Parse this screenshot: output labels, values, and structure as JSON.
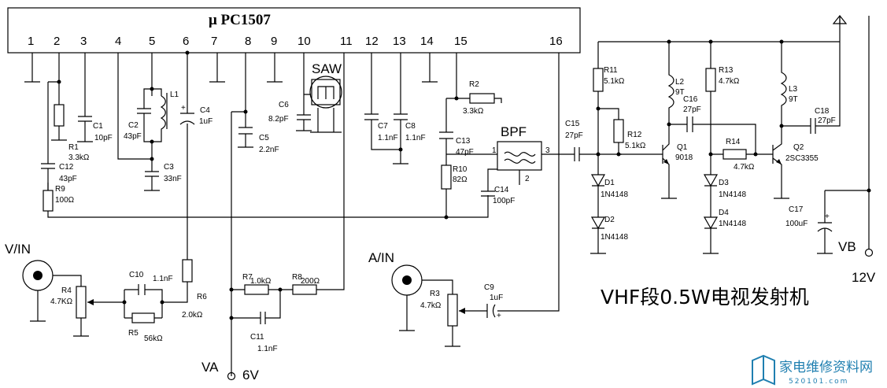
{
  "ic": {
    "title": "μ PC1507",
    "pins": [
      "1",
      "2",
      "3",
      "4",
      "5",
      "6",
      "7",
      "8",
      "9",
      "10",
      "11",
      "12",
      "13",
      "14",
      "15",
      "16"
    ]
  },
  "parts": {
    "R1": {
      "ref": "R1",
      "val": "3.3kΩ"
    },
    "C1": {
      "ref": "C1",
      "val": "10pF"
    },
    "L1": {
      "ref": "L1"
    },
    "C2": {
      "ref": "C2",
      "val": "43pF"
    },
    "C3": {
      "ref": "C3",
      "val": "33nF"
    },
    "C4": {
      "ref": "C4",
      "val": "1uF"
    },
    "C5": {
      "ref": "C5",
      "val": "2.2nF"
    },
    "SAW": {
      "ref": "SAW"
    },
    "C6": {
      "ref": "C6",
      "val": "8.2pF"
    },
    "C7": {
      "ref": "C7",
      "val": "1.1nF"
    },
    "C8": {
      "ref": "C8",
      "val": "1.1nF"
    },
    "R2": {
      "ref": "R2",
      "val": "3.3kΩ"
    },
    "C13": {
      "ref": "C13",
      "val": "47pF"
    },
    "R10": {
      "ref": "R10",
      "val": "82Ω"
    },
    "BPF": {
      "ref": "BPF"
    },
    "C14": {
      "ref": "C14",
      "val": "100pF"
    },
    "C12": {
      "ref": "C12",
      "val": "43pF"
    },
    "R9": {
      "ref": "R9",
      "val": "100Ω"
    },
    "R4": {
      "ref": "R4",
      "val": "4.7KΩ"
    },
    "C10": {
      "ref": "C10",
      "val": "1.1nF"
    },
    "R5": {
      "ref": "R5",
      "val": "56kΩ"
    },
    "R6": {
      "ref": "R6",
      "val": "2.0kΩ"
    },
    "R7": {
      "ref": "R7",
      "val": "1.0kΩ"
    },
    "R8": {
      "ref": "R8",
      "val": "200Ω"
    },
    "C11": {
      "ref": "C11",
      "val": "1.1nF"
    },
    "R3": {
      "ref": "R3",
      "val": "4.7kΩ"
    },
    "C9": {
      "ref": "C9",
      "val": "1uF"
    },
    "C15": {
      "ref": "C15",
      "val": "27pF"
    },
    "R11": {
      "ref": "R11",
      "val": "5.1kΩ"
    },
    "R12": {
      "ref": "R12",
      "val": "5.1kΩ"
    },
    "D1": {
      "ref": "D1",
      "val": "1N4148"
    },
    "D2": {
      "ref": "D2",
      "val": "1N4148"
    },
    "L2": {
      "ref": "L2",
      "val": "9T"
    },
    "C16": {
      "ref": "C16",
      "val": "27pF"
    },
    "Q1": {
      "ref": "Q1",
      "val": "9018"
    },
    "R13": {
      "ref": "R13",
      "val": "4.7kΩ"
    },
    "R14": {
      "ref": "R14",
      "val": "4.7kΩ"
    },
    "D3": {
      "ref": "D3",
      "val": "1N4148"
    },
    "D4": {
      "ref": "D4",
      "val": "1N4148"
    },
    "L3": {
      "ref": "L3",
      "val": "9T"
    },
    "C18": {
      "ref": "C18",
      "val": "27pF"
    },
    "Q2": {
      "ref": "Q2",
      "val": "2SC3355"
    },
    "C17": {
      "ref": "C17",
      "val": "100uF"
    }
  },
  "bpf_pins": {
    "in": "1",
    "out": "3",
    "gnd": "2"
  },
  "terminals": {
    "v_in": "V/IN",
    "a_in": "A/IN",
    "va": "VA",
    "v6": "6V",
    "vb": "VB",
    "v12": "12V"
  },
  "caption": "VHF段0.5W电视发射机",
  "watermark": {
    "text": "家电维修资料网",
    "url": "520101.com"
  },
  "colors": {
    "line": "#000000",
    "background": "#ffffff",
    "watermark": "#1f7fb0"
  }
}
